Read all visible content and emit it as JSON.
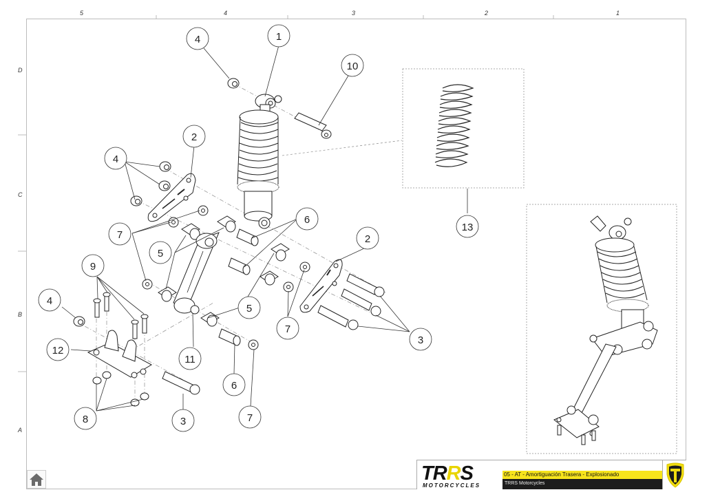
{
  "sheet": {
    "zone_columns": [
      "5",
      "4",
      "3",
      "2",
      "1"
    ],
    "zone_rows": [
      "D",
      "C",
      "B",
      "A"
    ]
  },
  "title_block": {
    "brand_name": "TRRS",
    "brand_sub": "MOTORCYCLES",
    "title": "05 - AT - Amortiguación Trasera - Explosionado",
    "subtitle": "TRRS Motorcycles",
    "shield_icon": "trrs-shield-icon",
    "colors": {
      "accent_yellow": "#f7e41c",
      "dark": "#1c1c1c"
    }
  },
  "navigation": {
    "home_icon": "home-icon"
  },
  "balloons": [
    {
      "id": "b1",
      "label": "1"
    },
    {
      "id": "b2a",
      "label": "2"
    },
    {
      "id": "b2b",
      "label": "2"
    },
    {
      "id": "b3a",
      "label": "3"
    },
    {
      "id": "b3b",
      "label": "3"
    },
    {
      "id": "b4a",
      "label": "4"
    },
    {
      "id": "b4b",
      "label": "4"
    },
    {
      "id": "b4c",
      "label": "4"
    },
    {
      "id": "b5a",
      "label": "5"
    },
    {
      "id": "b5b",
      "label": "5"
    },
    {
      "id": "b6a",
      "label": "6"
    },
    {
      "id": "b6b",
      "label": "6"
    },
    {
      "id": "b7a",
      "label": "7"
    },
    {
      "id": "b7b",
      "label": "7"
    },
    {
      "id": "b7c",
      "label": "7"
    },
    {
      "id": "b8",
      "label": "8"
    },
    {
      "id": "b9",
      "label": "9"
    },
    {
      "id": "b10",
      "label": "10"
    },
    {
      "id": "b11",
      "label": "11"
    },
    {
      "id": "b12",
      "label": "12"
    },
    {
      "id": "b13",
      "label": "13"
    }
  ]
}
